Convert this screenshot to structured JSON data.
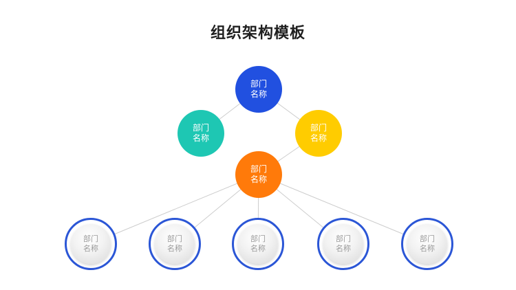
{
  "title": "组织架构模板",
  "colors": {
    "top": "#2150e0",
    "left": "#1ec7b3",
    "right": "#ffcc00",
    "mid": "#ff7a0a",
    "sub_ring": "#2b56d6",
    "line": "#cccccc"
  },
  "nodes": {
    "top": {
      "line1": "部门",
      "line2": "名称"
    },
    "left": {
      "line1": "部门",
      "line2": "名称"
    },
    "right": {
      "line1": "部门",
      "line2": "名称"
    },
    "mid": {
      "line1": "部门",
      "line2": "名称"
    }
  },
  "sub_nodes": [
    {
      "line1": "部门",
      "line2": "名称"
    },
    {
      "line1": "部门",
      "line2": "名称"
    },
    {
      "line1": "部门",
      "line2": "名称"
    },
    {
      "line1": "部门",
      "line2": "名称"
    },
    {
      "line1": "部门",
      "line2": "名称"
    }
  ]
}
